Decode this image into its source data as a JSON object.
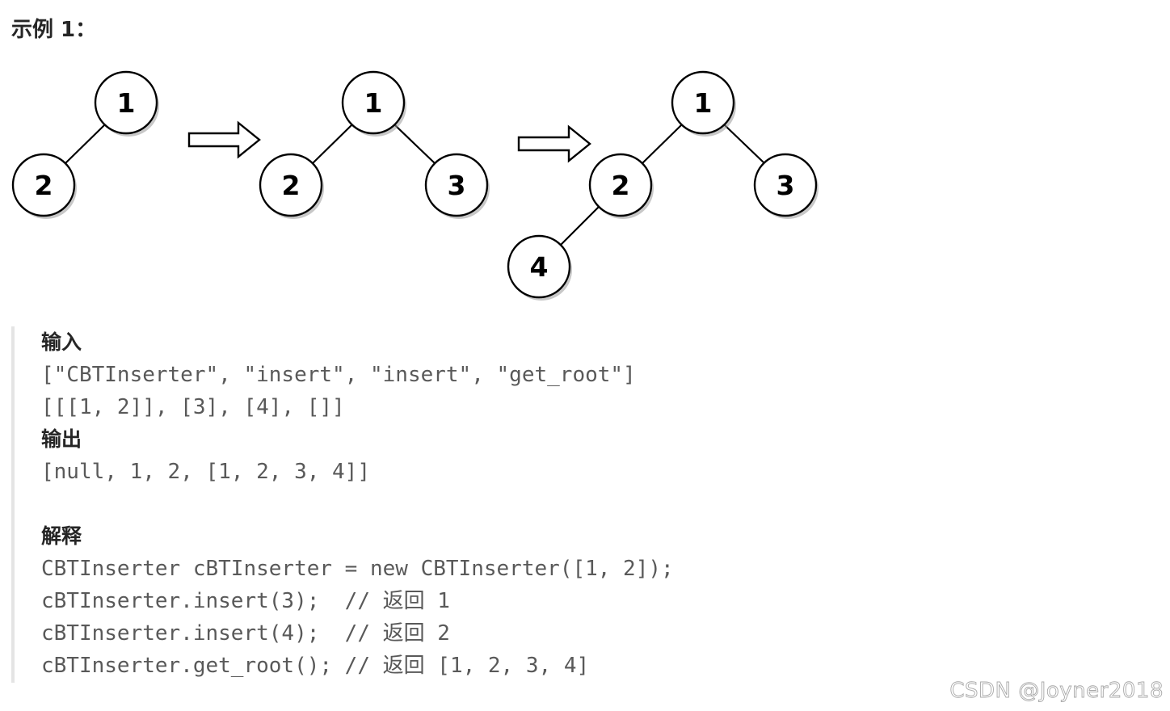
{
  "heading": "示例 1：",
  "diagram": {
    "stage1": {
      "nodes": [
        "1",
        "2"
      ]
    },
    "stage2": {
      "nodes": [
        "1",
        "2",
        "3"
      ]
    },
    "stage3": {
      "nodes": [
        "1",
        "2",
        "3",
        "4"
      ]
    }
  },
  "code_block": {
    "input_label": "输入",
    "input_line1": "[\"CBTInserter\", \"insert\", \"insert\", \"get_root\"]",
    "input_line2": "[[[1, 2]], [3], [4], []]",
    "output_label": "输出",
    "output_line1": "[null, 1, 2, [1, 2, 3, 4]]",
    "explain_label": "解释",
    "explain_lines": [
      "CBTInserter cBTInserter = new CBTInserter([1, 2]);",
      "cBTInserter.insert(3);  // 返回 1",
      "cBTInserter.insert(4);  // 返回 2",
      "cBTInserter.get_root(); // 返回 [1, 2, 3, 4]"
    ]
  },
  "watermark": "CSDN @Joyner2018"
}
